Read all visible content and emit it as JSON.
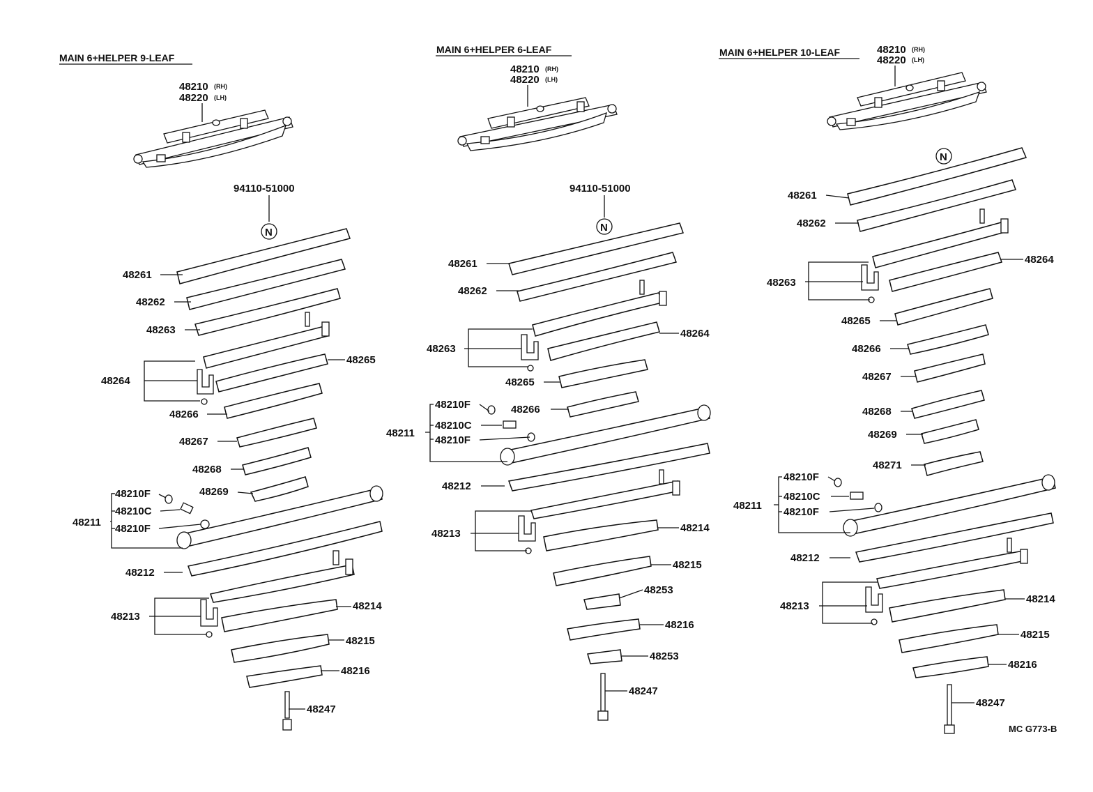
{
  "columns": [
    {
      "title": "MAIN 6+HELPER 9-LEAF",
      "assembly": {
        "rh": "48210",
        "rh_tag": "(RH)",
        "lh": "48220",
        "lh_tag": "(LH)"
      },
      "top_part": "94110-51000",
      "nut_symbol": "N",
      "parts": [
        "48261",
        "48262",
        "48263",
        "48264",
        "48265",
        "48266",
        "48267",
        "48268",
        "48269",
        "48211",
        "48210F",
        "48210C",
        "48210F",
        "48212",
        "48213",
        "48214",
        "48215",
        "48216",
        "48247"
      ]
    },
    {
      "title": "MAIN 6+HELPER 6-LEAF",
      "assembly": {
        "rh": "48210",
        "rh_tag": "(RH)",
        "lh": "48220",
        "lh_tag": "(LH)"
      },
      "top_part": "94110-51000",
      "nut_symbol": "N",
      "parts": [
        "48261",
        "48262",
        "48264",
        "48263",
        "48265",
        "48266",
        "48211",
        "48210F",
        "48210C",
        "48210F",
        "48212",
        "48213",
        "48214",
        "48215",
        "48253",
        "48216",
        "48253",
        "48247"
      ]
    },
    {
      "title": "MAIN 6+HELPER 10-LEAF",
      "assembly": {
        "rh": "48210",
        "rh_tag": "(RH)",
        "lh": "48220",
        "lh_tag": "(LH)"
      },
      "nut_symbol": "N",
      "parts": [
        "48261",
        "48262",
        "48264",
        "48263",
        "48265",
        "48266",
        "48267",
        "48268",
        "48269",
        "48271",
        "48211",
        "48210F",
        "48210C",
        "48210F",
        "48212",
        "48214",
        "48213",
        "48215",
        "48216",
        "48247"
      ]
    }
  ],
  "figure_code": "MC G773-B"
}
